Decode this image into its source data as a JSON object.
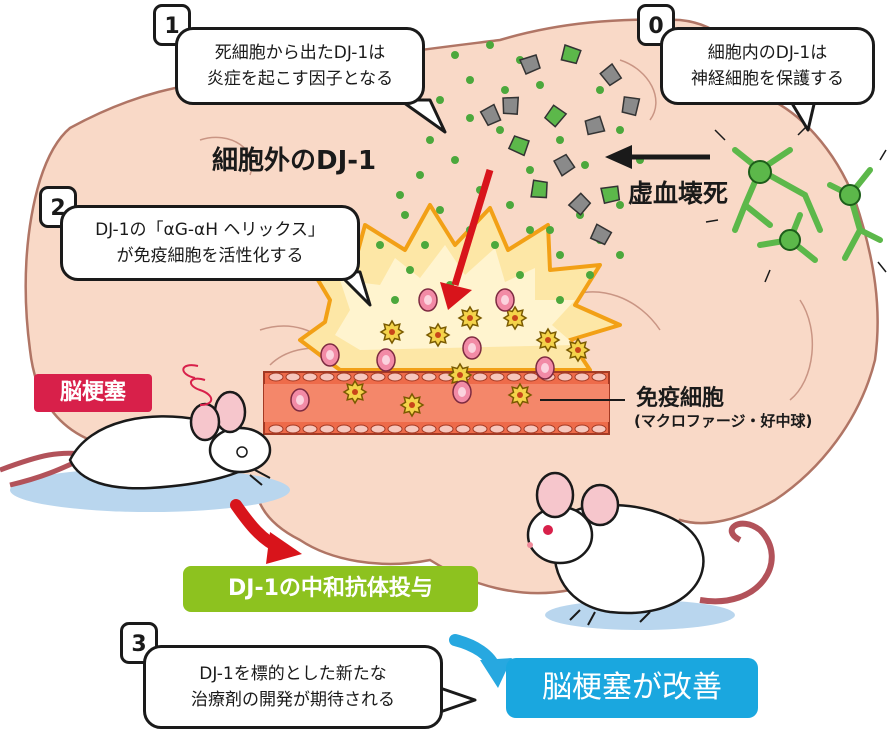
{
  "steps": {
    "s0": {
      "num": "0",
      "line1": "細胞内のDJ-1は",
      "line2": "神経細胞を保護する"
    },
    "s1": {
      "num": "1",
      "line1": "死細胞から出たDJ-1は",
      "line2": "炎症を起こす因子となる"
    },
    "s2": {
      "num": "2",
      "line1": "DJ-1の「αG-αH ヘリックス」",
      "line2": "が免疫細胞を活性化する"
    },
    "s3": {
      "num": "3",
      "line1": "DJ-1を標的とした新たな",
      "line2": "治療剤の開発が期待される"
    }
  },
  "labels": {
    "extracellular": "細胞外のDJ-1",
    "ischemic_necrosis": "虚血壊死",
    "immune_cells": "免疫細胞",
    "immune_cells_sub": "(マクロファージ・好中球)"
  },
  "badges": {
    "stroke": "脳梗塞",
    "antibody": "DJ-1の中和抗体投与",
    "improved": "脳梗塞が改善"
  },
  "colors": {
    "brain": "#f9d9c7",
    "brain_outline": "#b07565",
    "stroke_badge": "#d8204a",
    "antibody_badge": "#8dc21f",
    "improved_badge": "#1aa7df",
    "red_arrow": "#d8141b",
    "blue_arrow": "#27a8e0",
    "dj1_dot": "#4ca83c",
    "vessel": "#ee6b4a",
    "neuron": "#5cb84a"
  },
  "icons": [
    "neuron-icon",
    "mouse-icon",
    "immune-cell-icon",
    "dj1-dot-icon",
    "explosion-icon",
    "blood-vessel-icon"
  ]
}
